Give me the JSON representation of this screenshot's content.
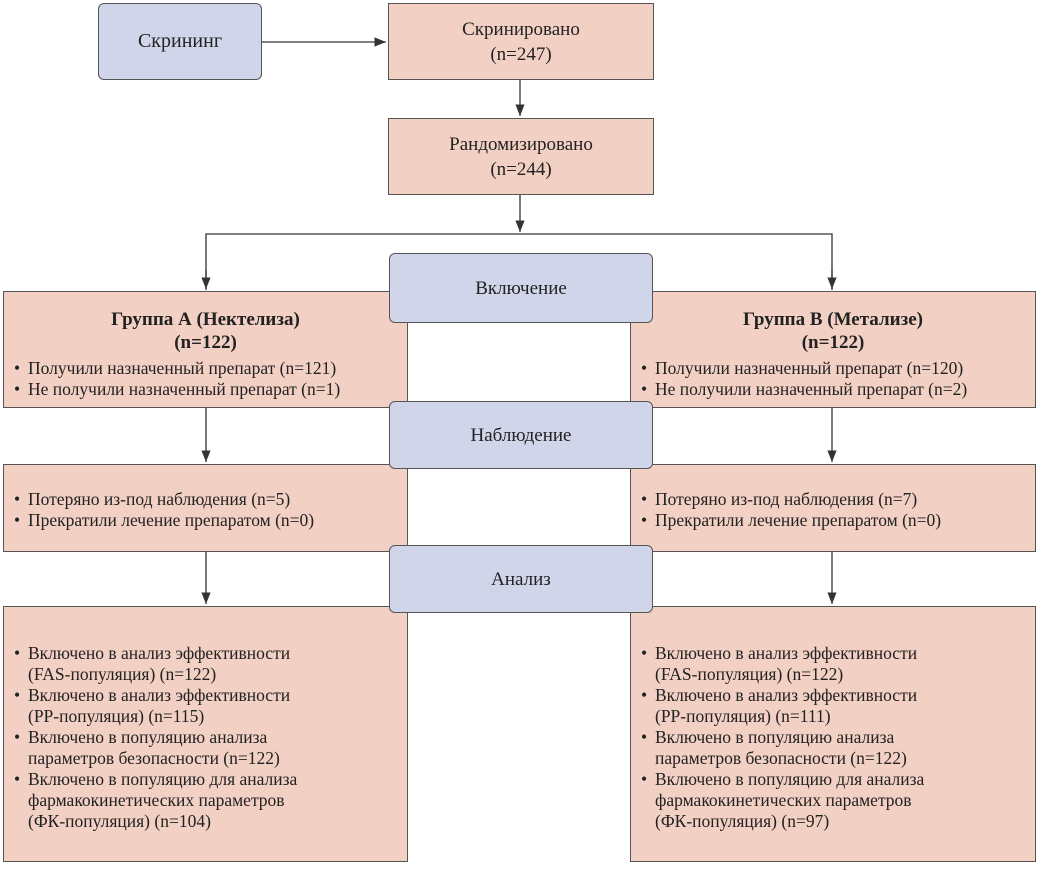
{
  "screening": {
    "label": "Скрининг"
  },
  "screened": {
    "title": "Скринировано",
    "n": "(n=247)"
  },
  "randomized": {
    "title": "Рандомизировано",
    "n": "(n=244)"
  },
  "stages": {
    "inclusion": "Включение",
    "observation": "Наблюдение",
    "analysis": "Анализ"
  },
  "group_a": {
    "title": "Группа А (Нектелиза)",
    "n": "(n=122)",
    "inclusion": [
      "Получили назначенный препарат (n=121)",
      "Не получили назначенный препарат (n=1)"
    ],
    "observation": [
      "Потеряно из-под наблюдения (n=5)",
      "Прекратили лечение препаратом (n=0)"
    ],
    "analysis": [
      "Включено в анализ эффективности\n(FAS-популяция) (n=122)",
      "Включено в анализ эффективности\n(PP-популяция) (n=115)",
      "Включено в популяцию анализа\nпараметров безопасности (n=122)",
      "Включено в популяцию для анализа\nфармакокинетических параметров\n(ФК-популяция) (n=104)"
    ]
  },
  "group_b": {
    "title": "Группа В (Метализе)",
    "n": "(n=122)",
    "inclusion": [
      "Получили назначенный препарат (n=120)",
      "Не получили назначенный препарат (n=2)"
    ],
    "observation": [
      "Потеряно из-под наблюдения (n=7)",
      "Прекратили лечение препаратом (n=0)"
    ],
    "analysis": [
      "Включено в анализ эффективности\n(FAS-популяция) (n=122)",
      "Включено в анализ эффективности\n(PP-популяция) (n=111)",
      "Включено в популяцию анализа\nпараметров безопасности (n=122)",
      "Включено в популяцию для анализа\nфармакокинетических параметров\n(ФК-популяция) (n=97)"
    ]
  },
  "colors": {
    "pink": "#f2d0c3",
    "lavender": "#d1d5ea",
    "border": "#555555"
  }
}
